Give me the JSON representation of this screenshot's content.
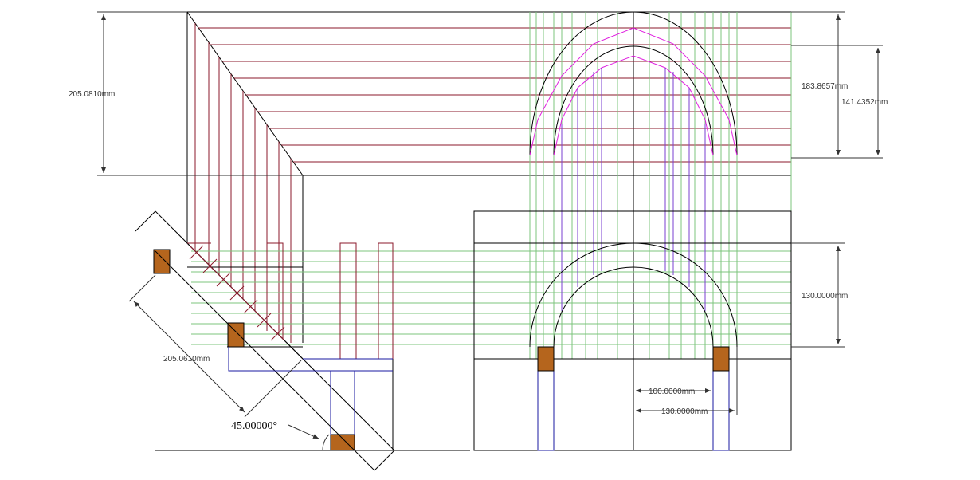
{
  "colors": {
    "outline": "#000000",
    "projection_red": "#8b1a2b",
    "projection_green": "#4caf50",
    "projection_magenta": "#e020e0",
    "projection_purple": "#8a2be2",
    "column_blue": "#1a1aa0",
    "block_brown": "#b5651d",
    "dimension": "#333333"
  },
  "dimensions": {
    "top_left_height": "205.0810mm",
    "top_right_outer": "183.8657mm",
    "top_right_inner": "141.4352mm",
    "front_arch_height": "130.0000mm",
    "inner_radius": "100.0000mm",
    "outer_radius": "130.0000mm",
    "diagonal_length": "205.0610mm",
    "angle": "45.00000°"
  }
}
